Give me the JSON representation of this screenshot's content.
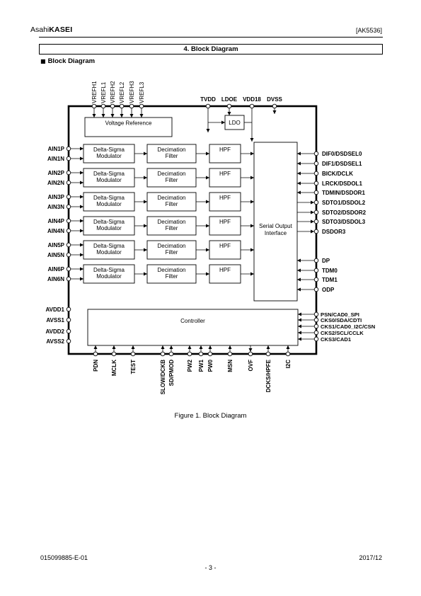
{
  "header": {
    "logo_asahi": "Asahi",
    "logo_kasei": "KASEI",
    "doc_id": "[AK5536]"
  },
  "section": {
    "title": "4. Block Diagram",
    "bullet": "■",
    "subtitle": "Block Diagram"
  },
  "diagram": {
    "vref_pins": [
      "VREFH1",
      "VREFL1",
      "VREFH2",
      "VREFL2",
      "VREFH3",
      "VREFL3"
    ],
    "power_pins": [
      "TVDD",
      "LDOE",
      "VDD18",
      "DVSS"
    ],
    "voltage_reference": "Voltage Reference",
    "ldo": "LDO",
    "channels": [
      {
        "p": "AIN1P",
        "n": "AIN1N"
      },
      {
        "p": "AIN2P",
        "n": "AIN2N"
      },
      {
        "p": "AIN3P",
        "n": "AIN3N"
      },
      {
        "p": "AIN4P",
        "n": "AIN4N"
      },
      {
        "p": "AIN5P",
        "n": "AIN5N"
      },
      {
        "p": "AIN6P",
        "n": "AIN6N"
      }
    ],
    "modulator": {
      "line1": "Delta-Sigma",
      "line2": "Modulator"
    },
    "decimation": {
      "line1": "Decimation",
      "line2": "Filter"
    },
    "hpf": "HPF",
    "serial_output": {
      "line1": "Serial Output",
      "line2": "Interface"
    },
    "serial_pins": [
      "DIF0/DSDSEL0",
      "DIF1/DSDSEL1",
      "BICK/DCLK",
      "LRCK/DSDOL1",
      "TDMIN/DSDOR1",
      "SDTO1/DSDOL2",
      "SDTO2/DSDOR2",
      "SDTO3/DSDOL3",
      "DSDOR3"
    ],
    "aux_pins": [
      "DP",
      "TDM0",
      "TDM1",
      "ODP"
    ],
    "analog_power_pins": [
      "AVDD1",
      "AVSS1",
      "AVDD2",
      "AVSS2"
    ],
    "controller": "Controller",
    "control_pins": [
      "PSN/CAD0_SPI",
      "CKS0/SDA/CDTI",
      "CKS1/CAD0_I2C/CSN",
      "CKS2/SCL/CCLK",
      "CKS3/CAD1"
    ],
    "bottom_pins": [
      "PDN",
      "MCLK",
      "TEST",
      "SLOW/DCKB",
      "SD/PMOD",
      "PW2",
      "PW1",
      "PW0",
      "MSN",
      "OVF",
      "DCKS/HPFE",
      "I2C"
    ]
  },
  "caption": "Figure 1. Block Diagram",
  "footer": {
    "doc_number": "015099885-E-01",
    "date": "2017/12",
    "page": "- 3 -"
  }
}
